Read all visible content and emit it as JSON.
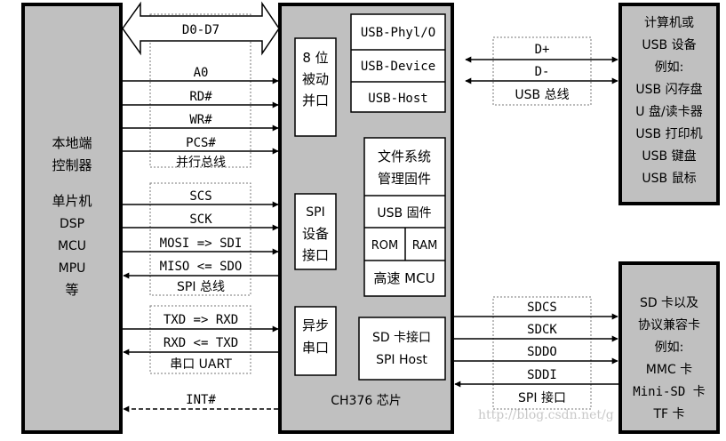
{
  "local_controller": {
    "title_line1": "本地端",
    "title_line2": "控制器",
    "types": [
      "单片机",
      "DSP",
      "MCU",
      "MPU",
      "等"
    ]
  },
  "chip": {
    "label": "CH376 芯片",
    "parallel_port": [
      "8 位",
      "被动",
      "并口"
    ],
    "spi_device": [
      "SPI",
      "设备",
      "接口"
    ],
    "uart": [
      "异步",
      "串口"
    ],
    "usb_modes": [
      "USB-Phyl/O",
      "USB-Device",
      "USB-Host"
    ],
    "fs_firmware": [
      "文件系统",
      "管理固件"
    ],
    "usb_firmware": "USB 固件",
    "rom": "ROM",
    "ram": "RAM",
    "mcu": "高速 MCU",
    "sd_interface": [
      "SD 卡接口",
      "SPI Host"
    ]
  },
  "parallel_bus": {
    "data": "D0-D7",
    "signals": [
      "A0",
      "RD#",
      "WR#",
      "PCS#"
    ],
    "bus_label": "并行总线"
  },
  "spi_bus": {
    "signals": [
      "SCS",
      "SCK",
      "MOSI => SDI",
      "MISO <= SDO"
    ],
    "bus_label": "SPI 总线"
  },
  "uart_bus": {
    "signals": [
      "TXD => RXD",
      "RXD <= TXD"
    ],
    "bus_label": "串口 UART"
  },
  "interrupt": "INT#",
  "usb_bus": {
    "signals": [
      "D+",
      "D-"
    ],
    "bus_label": "USB 总线"
  },
  "sd_bus": {
    "signals": [
      "SDCS",
      "SDCK",
      "SDDO",
      "SDDI"
    ],
    "bus_label": "SPI 接口"
  },
  "usb_host_device": [
    "计算机或",
    "USB 设备",
    "例如:",
    "USB 闪存盘",
    "U 盘/读卡器",
    "USB 打印机",
    "USB 键盘",
    "USB 鼠标"
  ],
  "sd_card_device": [
    "SD 卡以及",
    "协议兼容卡",
    "例如:",
    "MMC 卡",
    "Mini-SD 卡",
    "TF 卡"
  ],
  "watermark": "http://blog.csdn.net/g",
  "colors": {
    "box_fill": "#c0c0c0",
    "inner_fill": "#ffffff",
    "line": "#000000",
    "watermark": "#c8c8c8"
  }
}
